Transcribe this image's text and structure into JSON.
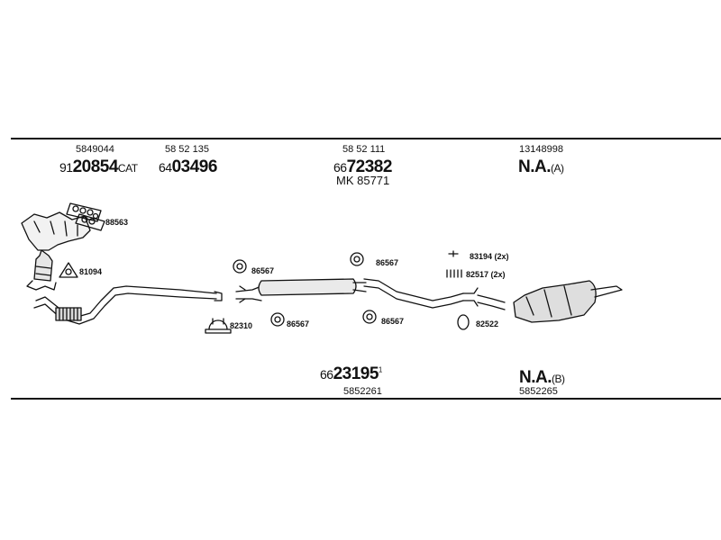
{
  "columns": [
    {
      "ref": "5849044",
      "prefix": "91",
      "number": "20854",
      "suffix": "CAT"
    },
    {
      "ref": "58 52 135",
      "prefix": "64",
      "number": "03496",
      "suffix": ""
    },
    {
      "ref": "58 52 111",
      "prefix": "66",
      "number": "72382",
      "suffix": "",
      "extra": "MK 85771"
    },
    {
      "ref": "13148998",
      "prefix": "",
      "number": "N.A.",
      "suffix": "(A)"
    }
  ],
  "bottom": [
    {
      "prefix": "66",
      "number": "23195",
      "suffix": "1",
      "ref": "5852261"
    },
    {
      "prefix": "",
      "number": "N.A.",
      "suffix": "(B)",
      "ref": "5852265"
    }
  ],
  "part_labels": {
    "gasket_manifold": "88563",
    "gasket_triangle": "81094",
    "clamp_mid": "82310",
    "ring_a": "86567",
    "ring_b": "86567",
    "ring_c": "86567",
    "ring_d": "86567",
    "bracket_a": "83194 (2x)",
    "bracket_b": "82517 (2x)",
    "ring_rear": "82522"
  }
}
